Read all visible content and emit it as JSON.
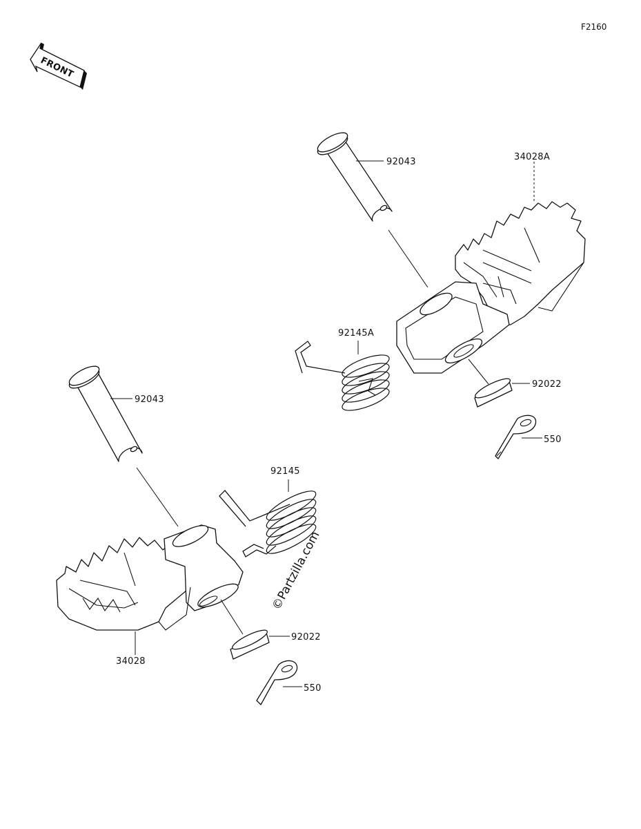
{
  "figure_id": "F2160",
  "front_arrow": {
    "label": "FRONT"
  },
  "watermark": "©Partzilla.com",
  "callouts": {
    "upper_pin": "92043",
    "upper_footpeg": "34028A",
    "upper_spring": "92145A",
    "upper_washer": "92022",
    "upper_cotter": "550",
    "lower_pin": "92043",
    "lower_spring": "92145",
    "lower_footpeg": "34028",
    "lower_washer": "92022",
    "lower_cotter": "550"
  }
}
